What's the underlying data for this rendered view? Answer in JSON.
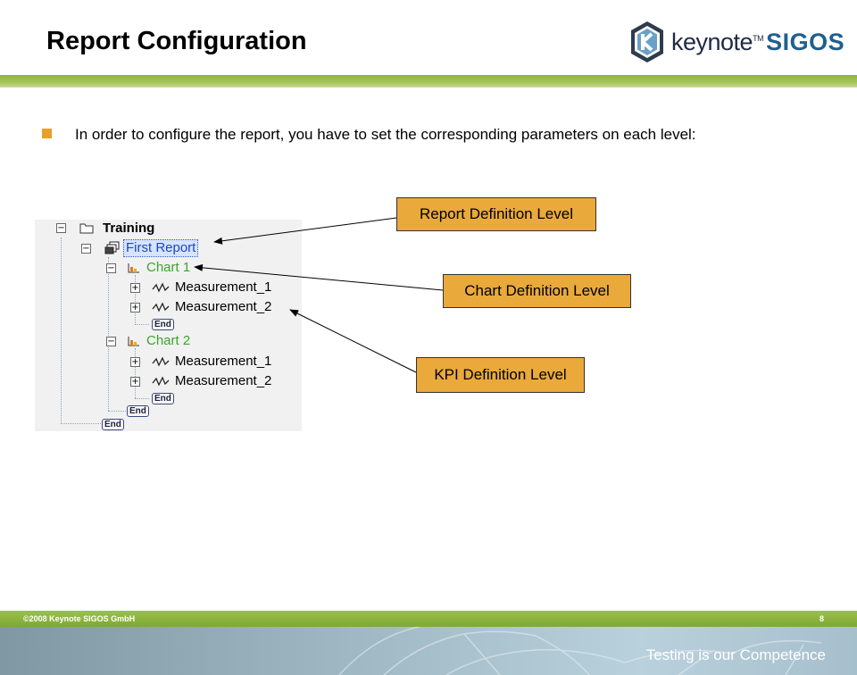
{
  "slide": {
    "title": "Report Configuration",
    "bullet": "In order to configure the report, you have to set the corresponding parameters on each level:"
  },
  "logo": {
    "name": "keynote",
    "tm": "TM",
    "brand": "SIGOS",
    "icon": "keynote-k-logo-icon"
  },
  "tree": {
    "root": "Training",
    "report": "First Report",
    "charts": [
      {
        "label": "Chart 1",
        "measurements": [
          "Measurement_1",
          "Measurement_2"
        ],
        "end": "End"
      },
      {
        "label": "Chart 2",
        "measurements": [
          "Measurement_1",
          "Measurement_2"
        ],
        "end": "End"
      }
    ],
    "report_end": "End",
    "root_end": "End"
  },
  "labels": {
    "report_level": "Report Definition Level",
    "chart_level": "Chart Definition Level",
    "kpi_level": "KPI Definition Level"
  },
  "footer": {
    "copyright": "©2008 Keynote SIGOS GmbH",
    "page": "8",
    "tagline": "Testing is our Competence"
  },
  "colors": {
    "accent_green": "#8db33c",
    "label_orange": "#e9a93b",
    "bullet_orange": "#e5a12a",
    "chart_green": "#3aa52a"
  }
}
